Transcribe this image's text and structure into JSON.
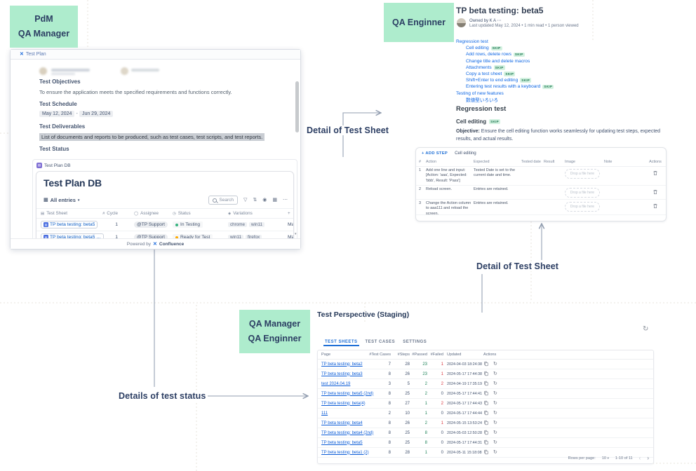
{
  "labels": {
    "pdm_qa_manager": [
      "PdM",
      "QA Manager"
    ],
    "qa_engineer_top": [
      "QA Enginner"
    ],
    "qa_manager_engineer": [
      "QA Manager",
      "QA Enginner"
    ],
    "detail_top": "Detail of Test Sheet",
    "detail_bottom": "Detail of Test Sheet",
    "status_detail": "Details of test status"
  },
  "test_plan_window": {
    "window_title": "Test Plan",
    "logo_glyph": "✕",
    "objectives_heading": "Test Objectives",
    "objectives_text": "To ensure the application meets the specified requirements and functions correctly.",
    "schedule_heading": "Test Schedule",
    "schedule_start": "May 12, 2024",
    "schedule_dash": "-",
    "schedule_end": "Jun 29, 2024",
    "deliverables_heading": "Test Deliverables",
    "deliverables_text": "List of documents and reports to be produced, such as test cases, test scripts, and test reports.",
    "status_heading": "Test Status",
    "db": {
      "macro_label": "Test Plan DB",
      "title": "Test Plan DB",
      "entries_label": "All entries",
      "search_placeholder": "Search",
      "columns": [
        "Test Sheet",
        "Cycle",
        "Assignee",
        "Status",
        "Variations",
        "+"
      ],
      "column_icons": [
        "▤",
        "#",
        "◯",
        "◷",
        "◈",
        ""
      ],
      "rows": [
        {
          "sheet": "TP beta testing: beta5",
          "cycle": "1",
          "assignee": "@TP Support",
          "status": "In Testing",
          "status_color": "#36b37e",
          "variations": [
            "chrome",
            "win11"
          ],
          "more": "Ma"
        },
        {
          "sheet": "TP beta testing: beta5 (...",
          "cycle": "1",
          "assignee": "@TP Support",
          "status": "Ready for Test",
          "status_color": "#ffab00",
          "variations": [
            "win11",
            "firefox"
          ],
          "more": "Ma"
        }
      ]
    },
    "powered_by": "Powered by",
    "brand": "Confluence"
  },
  "sheet_detail": {
    "title": "TP beta testing: beta5",
    "owned_by": "Owned by K A ⋯",
    "meta": "Last updated May 12, 2024  •  1 min read  •  1 person viewed",
    "skip_badge": "SKIP",
    "toc": [
      {
        "label": "Regression test",
        "level": 1,
        "skip": false
      },
      {
        "label": "Cell editing",
        "level": 2,
        "skip": true
      },
      {
        "label": "Add rows, delete rows",
        "level": 2,
        "skip": true
      },
      {
        "label": "Change title and delete macros",
        "level": 2,
        "skip": false
      },
      {
        "label": "Attachments",
        "level": 2,
        "skip": true
      },
      {
        "label": "Copy a test sheet",
        "level": 2,
        "skip": true
      },
      {
        "label": "Shift+Enter to end editing",
        "level": 2,
        "skip": true
      },
      {
        "label": "Entering test results with a keyboard",
        "level": 2,
        "skip": true
      },
      {
        "label": "Testing of new features",
        "level": 1,
        "skip": false
      },
      {
        "label": "数値型いろいろ",
        "level": 2,
        "skip": false
      }
    ],
    "section_heading": "Regression test",
    "case_heading": "Cell editing",
    "objective_label": "Objective:",
    "objective_text": " Ensure the cell editing function works seamlessly for updating test steps, expected results, and actual results.",
    "table": {
      "add_step": "+ ADD STEP",
      "tab": "Cell editing",
      "columns": [
        "#",
        "Action",
        "Expected",
        "Tested date",
        "Result",
        "Image",
        "Note",
        "Actions"
      ],
      "drop_placeholder": "Drop a file here",
      "rows": [
        {
          "num": "1",
          "action": "Add one line and input: [Action: 'aaa', Expected: 'bbb', Result: 'Pass']",
          "expected": "Tested Date is set to the current date and time.",
          "height": 26
        },
        {
          "num": "2",
          "action": "Reload screen.",
          "expected": "Entries are retained.",
          "height": 19
        },
        {
          "num": "3",
          "action": "Change the Action column to aaa111 and reload the screen.",
          "expected": "Entries are retained.",
          "height": 21
        }
      ]
    }
  },
  "perspective": {
    "title": "Test Perspective (Staging)",
    "tabs": [
      "TEST SHEETS",
      "TEST CASES",
      "SETTINGS"
    ],
    "active_tab": "TEST SHEETS",
    "columns": [
      "Page",
      "#Test Cases",
      "#Steps",
      "#Passed",
      "#Failed",
      "Updated",
      "Actions"
    ],
    "rows": [
      {
        "page": "TP beta testing: beta2",
        "cases": "7",
        "steps": "28",
        "passed": "23",
        "failed": "1",
        "updated": "2024-04-03 18:24:38"
      },
      {
        "page": "TP beta testing: beta3",
        "cases": "8",
        "steps": "26",
        "passed": "23",
        "failed": "1",
        "updated": "2024-05-17 17:44:38"
      },
      {
        "page": "test 2024.04.19",
        "cases": "3",
        "steps": "5",
        "passed": "2",
        "failed": "2",
        "updated": "2024-04-19 17:35:19"
      },
      {
        "page": "TP beta testing: beta5 (2nd)",
        "cases": "8",
        "steps": "25",
        "passed": "2",
        "failed": "0",
        "updated": "2024-05-17 17:44:41"
      },
      {
        "page": "TP beta testing: beta(4)",
        "cases": "8",
        "steps": "27",
        "passed": "1",
        "failed": "2",
        "updated": "2024-05-17 17:44:43"
      },
      {
        "page": "111",
        "cases": "2",
        "steps": "10",
        "passed": "1",
        "failed": "0",
        "updated": "2024-05-17 17:44:44"
      },
      {
        "page": "TP beta testing: beta4",
        "cases": "8",
        "steps": "26",
        "passed": "2",
        "failed": "1",
        "updated": "2024-05-15 13:53:24"
      },
      {
        "page": "TP beta testing: beta4 (2nd)",
        "cases": "8",
        "steps": "25",
        "passed": "8",
        "failed": "0",
        "updated": "2024-05-03 12:50:28"
      },
      {
        "page": "TP beta testing: beta5",
        "cases": "8",
        "steps": "25",
        "passed": "8",
        "failed": "0",
        "updated": "2024-05-17 17:44:31"
      },
      {
        "page": "TP beta testing: beta1 (2)",
        "cases": "8",
        "steps": "28",
        "passed": "1",
        "failed": "0",
        "updated": "2024-05-11 15:18:08"
      }
    ],
    "pagination": {
      "label": "Rows per page:",
      "value": "10",
      "range": "1-10 of 11"
    }
  }
}
